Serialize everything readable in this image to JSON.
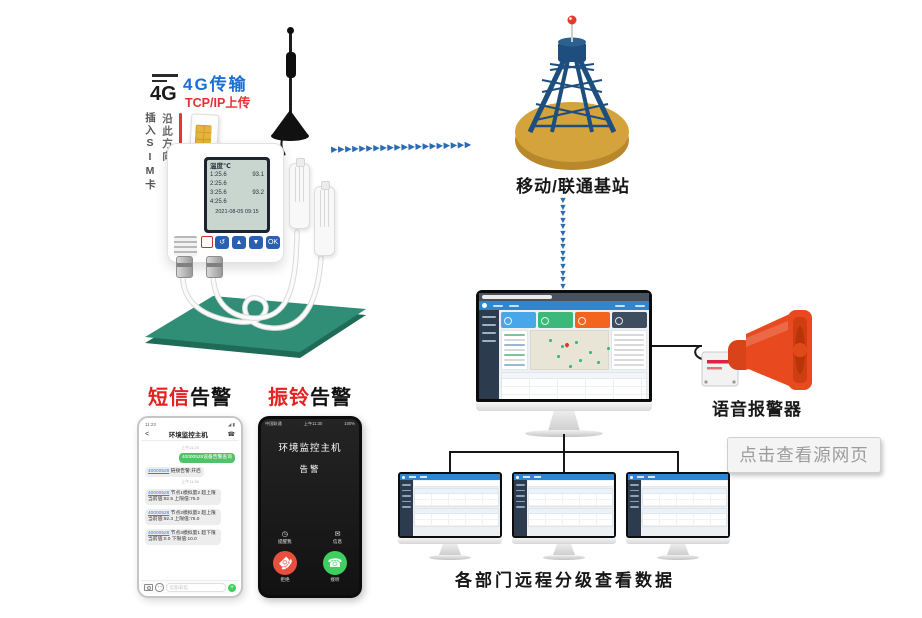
{
  "device": {
    "badge": "4G",
    "transfer_label": "4G传输",
    "tcpip_label": "TCP/IP上传",
    "sim_insert_label": "插入SIM卡",
    "sim_direction_label": "沿此方向",
    "lcd": {
      "title": "温度℃",
      "ch1": "1:25.6",
      "ch2": "2:25.6",
      "ch3": "3:25.6",
      "ch4": "4:25.6",
      "hum1": "93.1",
      "hum2": "93.2",
      "datetime": "2021-08-05 09:15"
    },
    "btn1": "↺",
    "btn2": "▲",
    "btn3": "▼",
    "btn4": "OK"
  },
  "links": {
    "device_to_tower_arrows": "▶▶▶▶▶▶▶▶▶▶▶▶▶▶▶▶▶▶▶▶",
    "tower_to_monitor_arrows": "▼▼▼▼▼▼▼▼▼▼▼▼▼▼"
  },
  "tower": {
    "label": "移动/联通基站"
  },
  "speaker": {
    "label": "语音报警器"
  },
  "watermark": {
    "label": "点击查看源网页"
  },
  "sms_phone": {
    "title_accent": "短信",
    "title_rest": "告警",
    "status_time": "11:23",
    "status_right": "◢ ▮",
    "back": "<",
    "header_title": "环境监控主机",
    "call_icon": "☎",
    "time_divider1": "上午11:23",
    "time_divider2": "上午11:30",
    "sent_message": "40000528设备告警查询",
    "msg1_id": "40000528",
    "msg1_text": " 链接告警:开启",
    "msg2_id": "40000528",
    "msg2_text": " 节点1模拟量2 超上限 当前值:92.5 上限值:75.0",
    "msg3_id": "40000528",
    "msg3_text": " 节点2模拟量2 超上限 当前值:92.3 上限值:75.0",
    "msg4_id": "40000528",
    "msg4_text": " 节点3模拟量1 超下限 当前值:0.0 下限值:10.0",
    "input_placeholder": "信息/彩信",
    "send_label": "+"
  },
  "ring_phone": {
    "title_accent": "振铃",
    "title_rest": "告警",
    "status_carrier": "中国联通",
    "status_time": "上午11:30",
    "status_battery": "100%",
    "caller": "环境监控主机",
    "subtitle": "告警",
    "remind_icon": "◷",
    "remind_label": "提醒我",
    "message_icon": "✉",
    "message_label": "信息",
    "decline_icon": "☎",
    "decline_label": "拒绝",
    "accept_icon": "☎",
    "accept_label": "接听"
  },
  "branch": {
    "caption": "各部门远程分级查看数据"
  },
  "colors": {
    "arrow_blue": "#2a6cb3",
    "tower_blue": "#1d4e7e",
    "base_gold": "#d4a33c",
    "board_green": "#2f8e75",
    "alert_red": "#e32222",
    "speaker_orange": "#e8491f",
    "ui_header_blue": "#2f86d0",
    "card_blue": "#47a7e8",
    "card_green": "#3cb87a",
    "card_orange": "#f3641e",
    "card_dark": "#3f4d60",
    "bubble_green": "#52c268",
    "accept_green": "#3ecf5e",
    "decline_red": "#e8503e"
  }
}
